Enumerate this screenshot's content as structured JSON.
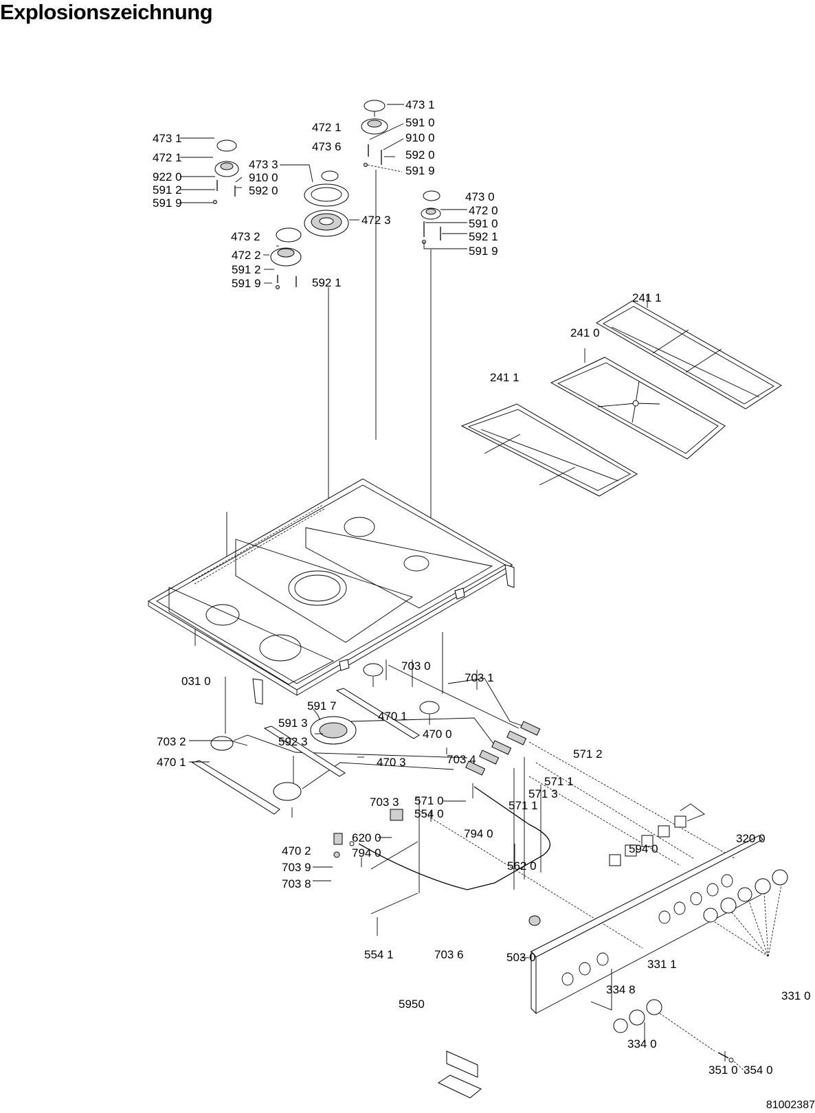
{
  "title": "Explosionszeichnung",
  "document_number": "81002387",
  "part_labels": [
    {
      "id": "p1",
      "text": "473 1"
    },
    {
      "id": "p2",
      "text": "472 1"
    },
    {
      "id": "p3",
      "text": "922 0"
    },
    {
      "id": "p4",
      "text": "591 2"
    },
    {
      "id": "p5",
      "text": "591 9"
    },
    {
      "id": "p6",
      "text": "473 3"
    },
    {
      "id": "p7",
      "text": "910 0"
    },
    {
      "id": "p8",
      "text": "592 0"
    },
    {
      "id": "p9",
      "text": "472 1"
    },
    {
      "id": "p10",
      "text": "473 6"
    },
    {
      "id": "p11",
      "text": "473 1"
    },
    {
      "id": "p12",
      "text": "591 0"
    },
    {
      "id": "p13",
      "text": "910 0"
    },
    {
      "id": "p14",
      "text": "592 0"
    },
    {
      "id": "p15",
      "text": "591 9"
    },
    {
      "id": "p16",
      "text": "472 3"
    },
    {
      "id": "p17",
      "text": "473 2"
    },
    {
      "id": "p18",
      "text": "472 2"
    },
    {
      "id": "p19",
      "text": "591 2"
    },
    {
      "id": "p20",
      "text": "591 9"
    },
    {
      "id": "p21",
      "text": "592 1"
    },
    {
      "id": "p22",
      "text": "473 0"
    },
    {
      "id": "p23",
      "text": "472 0"
    },
    {
      "id": "p24",
      "text": "591 0"
    },
    {
      "id": "p25",
      "text": "592 1"
    },
    {
      "id": "p26",
      "text": "591 9"
    },
    {
      "id": "p27",
      "text": "241 1"
    },
    {
      "id": "p28",
      "text": "241 0"
    },
    {
      "id": "p29",
      "text": "241 1"
    },
    {
      "id": "p30",
      "text": "031 0"
    },
    {
      "id": "p31",
      "text": "703 0"
    },
    {
      "id": "p32",
      "text": "703 1"
    },
    {
      "id": "p33",
      "text": "470 1"
    },
    {
      "id": "p34",
      "text": "591 7"
    },
    {
      "id": "p35",
      "text": "470 0"
    },
    {
      "id": "p36",
      "text": "591 3"
    },
    {
      "id": "p37",
      "text": "592 3"
    },
    {
      "id": "p38",
      "text": "703 2"
    },
    {
      "id": "p39",
      "text": "470 1"
    },
    {
      "id": "p40",
      "text": "470 3"
    },
    {
      "id": "p41",
      "text": "703 4"
    },
    {
      "id": "p42",
      "text": "571 2"
    },
    {
      "id": "p43",
      "text": "571 1"
    },
    {
      "id": "p44",
      "text": "571 3"
    },
    {
      "id": "p45",
      "text": "703 3"
    },
    {
      "id": "p46",
      "text": "571 0"
    },
    {
      "id": "p47",
      "text": "571 1"
    },
    {
      "id": "p48",
      "text": "554 0"
    },
    {
      "id": "p49",
      "text": "794 0"
    },
    {
      "id": "p50",
      "text": "470 2"
    },
    {
      "id": "p51",
      "text": "620 0"
    },
    {
      "id": "p52",
      "text": "794 0"
    },
    {
      "id": "p53",
      "text": "562 0"
    },
    {
      "id": "p54",
      "text": "594 0"
    },
    {
      "id": "p55",
      "text": "320 0"
    },
    {
      "id": "p56",
      "text": "703 9"
    },
    {
      "id": "p57",
      "text": "703 8"
    },
    {
      "id": "p58",
      "text": "554 1"
    },
    {
      "id": "p59",
      "text": "703 6"
    },
    {
      "id": "p60",
      "text": "503 0"
    },
    {
      "id": "p61",
      "text": "331 1"
    },
    {
      "id": "p62",
      "text": "331 0"
    },
    {
      "id": "p63",
      "text": "334 8"
    },
    {
      "id": "p64",
      "text": "5950"
    },
    {
      "id": "p65",
      "text": "334 0"
    },
    {
      "id": "p66",
      "text": "351 0"
    },
    {
      "id": "p67",
      "text": "354 0"
    }
  ]
}
